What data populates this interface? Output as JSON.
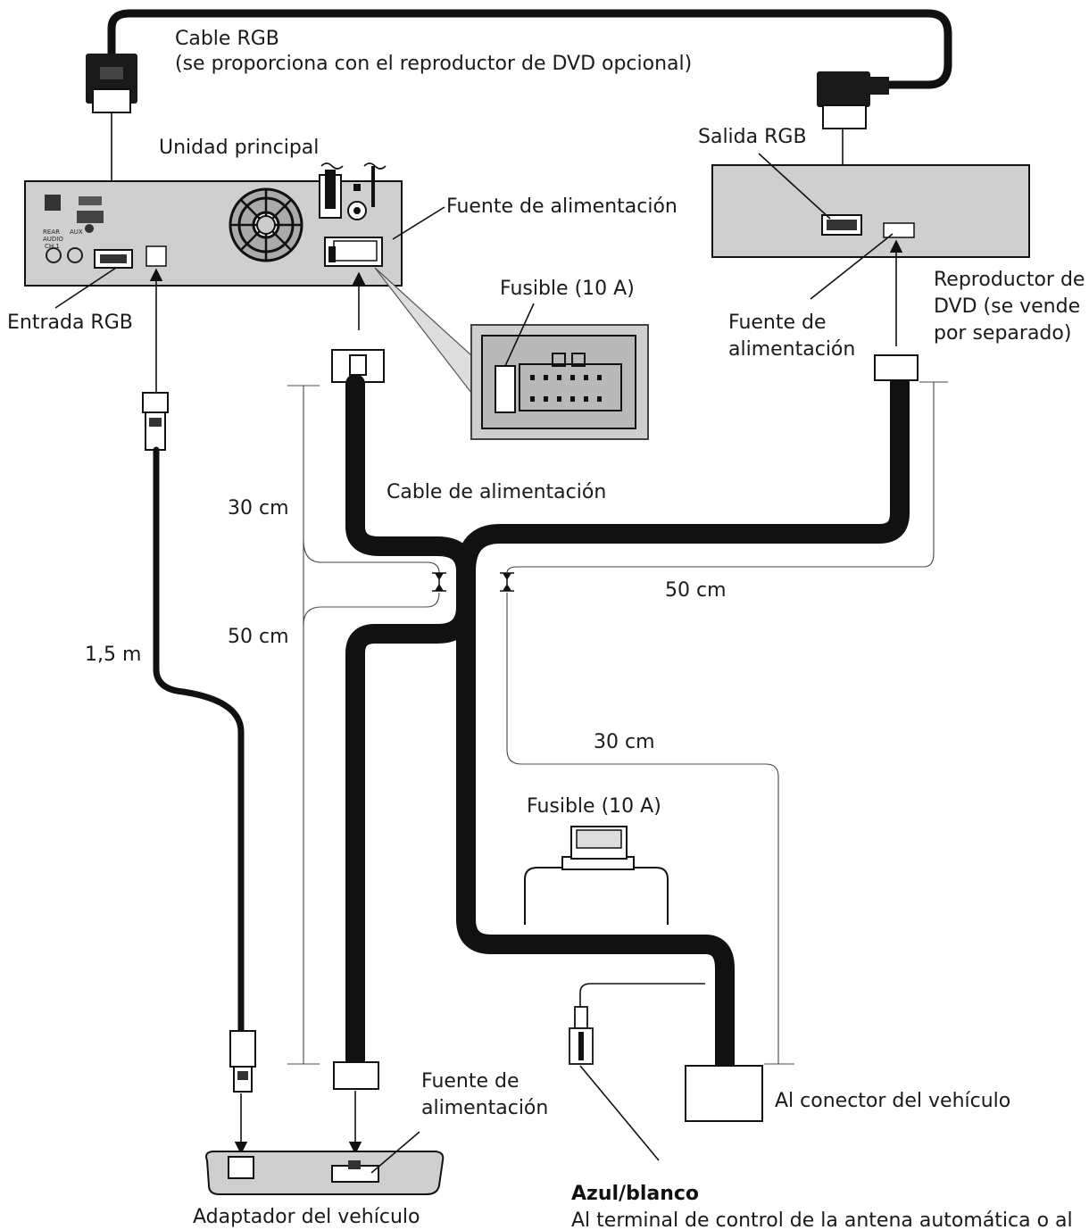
{
  "labels": {
    "cable_rgb": "Cable RGB",
    "cable_rgb_note": "(se proporciona con el reproductor de DVD opcional)",
    "unidad_principal": "Unidad principal",
    "fuente_alimentacion_main": "Fuente de alimentación",
    "salida_rgb": "Salida RGB",
    "reproductor_1": "Reproductor de",
    "reproductor_2": "DVD (se vende",
    "reproductor_3": "por separado)",
    "fusible_top": "Fusible (10  A)",
    "entrada_rgb": "Entrada RGB",
    "fuente_dvd_1": "Fuente de",
    "fuente_dvd_2": "alimentación",
    "cable_alimentacion": "Cable de alimentación",
    "dim_30_left": "30 cm",
    "dim_50_left": "50 cm",
    "dim_50_right": "50 cm",
    "dim_15m": "1,5 m",
    "dim_30_mid": "30 cm",
    "fusible_bottom": "Fusible (10  A)",
    "fuente_adapt_1": "Fuente de",
    "fuente_adapt_2": "alimentación",
    "al_conector": "Al conector del vehículo",
    "adaptador": "Adaptador del vehículo",
    "azul_blanco": "Azul/blanco",
    "al_terminal": "Al terminal de control de la antena automática o al"
  },
  "panel_text": {
    "rear_audio": "REAR",
    "audio": "AUDIO",
    "ch": "CH 1",
    "aux": "AUX"
  }
}
